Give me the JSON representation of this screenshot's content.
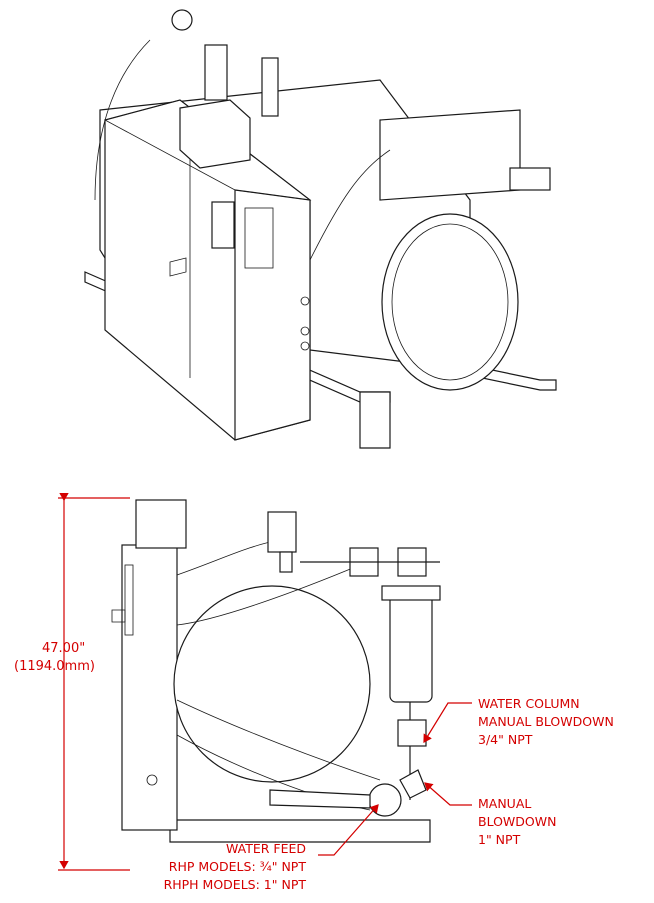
{
  "dimension": {
    "value": "47.00\"",
    "metric": "(1194.0mm)"
  },
  "callouts": {
    "water_column": [
      "WATER COLUMN",
      "MANUAL BLOWDOWN",
      "3/4\" NPT"
    ],
    "manual_blowdown": [
      "MANUAL",
      "BLOWDOWN",
      "1\" NPT"
    ],
    "water_feed": [
      "WATER FEED",
      "RHP MODELS: ¾\" NPT",
      "RHPH MODELS: 1\" NPT"
    ]
  },
  "colors": {
    "annotation": "#d40000",
    "linework": "#1a1a1a"
  }
}
